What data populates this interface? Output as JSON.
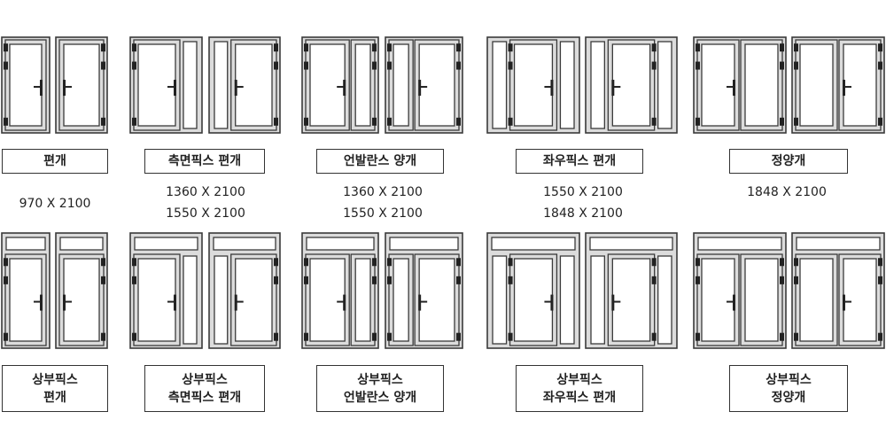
{
  "colors": {
    "frame": "#dcdcdc",
    "stroke": "#3a3a3a",
    "glass": "#ffffff",
    "hardware": "#222222"
  },
  "top_row": [
    {
      "label": "편개",
      "dimensions": [
        "970  X 2100"
      ]
    },
    {
      "label": "측면픽스 편개",
      "dimensions": [
        "1360  X 2100",
        "1550  X 2100"
      ]
    },
    {
      "label": "언발란스 양개",
      "dimensions": [
        "1360  X 2100",
        "1550  X 2100"
      ]
    },
    {
      "label": "좌우픽스 편개",
      "dimensions": [
        "1550  X 2100",
        "1848  X 2100"
      ]
    },
    {
      "label": "정양개",
      "dimensions": [
        "1848  X 2100"
      ]
    }
  ],
  "bottom_row": [
    {
      "label_line1": "상부픽스",
      "label_line2": "편개"
    },
    {
      "label_line1": "상부픽스",
      "label_line2": "측면픽스 편개"
    },
    {
      "label_line1": "상부픽스",
      "label_line2": "언발란스 양개"
    },
    {
      "label_line1": "상부픽스",
      "label_line2": "좌우픽스 편개"
    },
    {
      "label_line1": "상부픽스",
      "label_line2": "정양개"
    }
  ]
}
